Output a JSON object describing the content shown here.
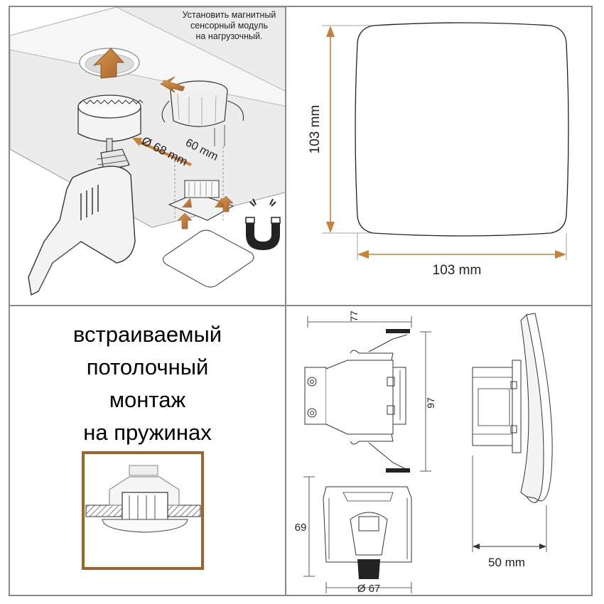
{
  "install_panel": {
    "note_line1": "Установить магнитный",
    "note_line2": "сенсорный модуль",
    "note_line3": "на нагрузочный.",
    "hole_diameter": "Ø 68 mm",
    "depth": "60 mm"
  },
  "front_view": {
    "height_label": "103 mm",
    "width_label": "103 mm"
  },
  "mount_panel": {
    "line1": "встраиваемый",
    "line2": "потолочный",
    "line3": "монтаж",
    "line4": "на пружинах"
  },
  "tech_drawing": {
    "top_width": "77",
    "height_right": "97",
    "body_height": "69",
    "diameter": "Ø 67",
    "depth": "50 mm"
  },
  "colors": {
    "accent": "#c8803a",
    "frame": "#a0622a",
    "line": "#333333"
  }
}
